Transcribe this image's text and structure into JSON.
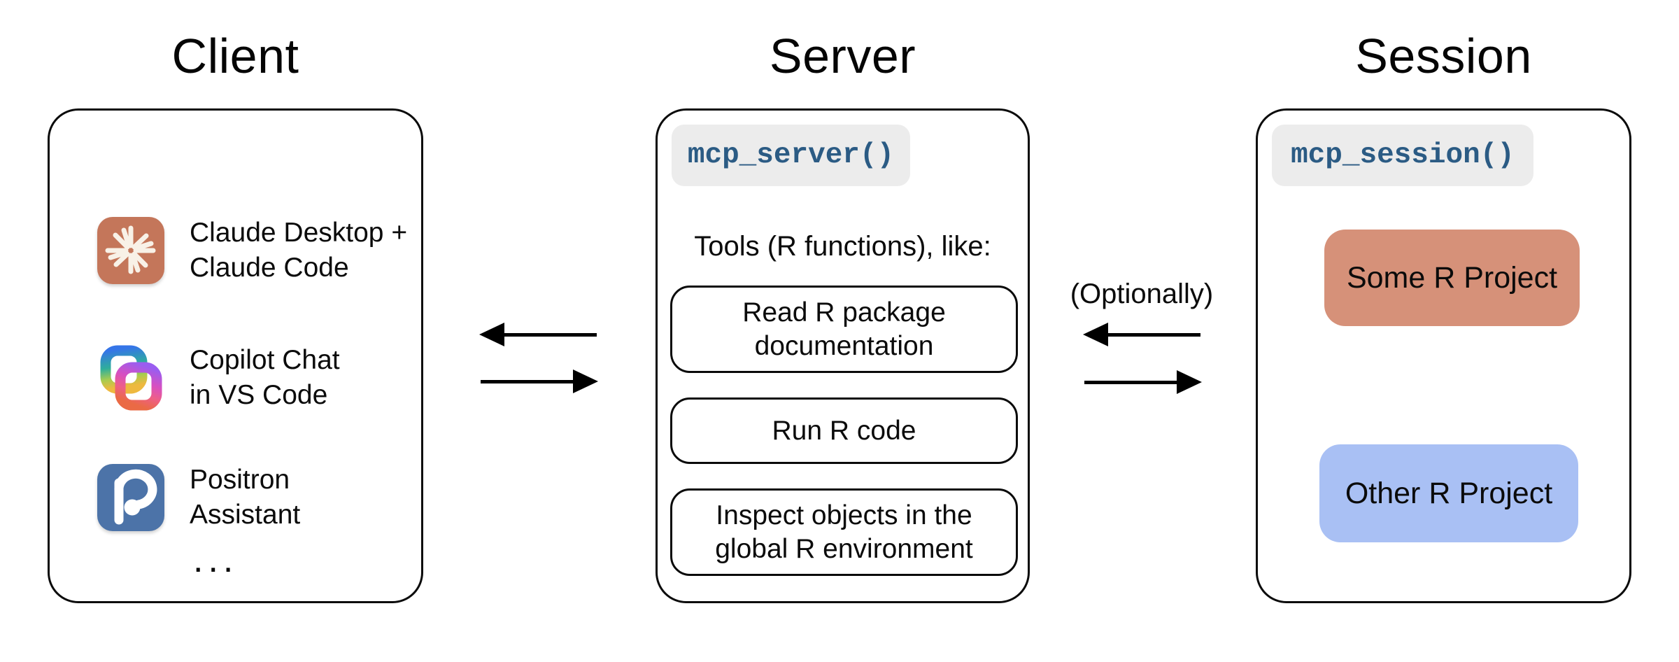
{
  "client": {
    "title": "Client",
    "items": [
      {
        "icon": "claude-icon",
        "line1": "Claude Desktop +",
        "line2": "Claude Code"
      },
      {
        "icon": "copilot-icon",
        "line1": "Copilot Chat",
        "line2": "in VS Code"
      },
      {
        "icon": "positron-icon",
        "line1": "Positron",
        "line2": "Assistant"
      }
    ],
    "ellipsis": "..."
  },
  "server": {
    "title": "Server",
    "badge": "mcp_server()",
    "tools_label": "Tools (R functions), like:",
    "tools": [
      {
        "line1": "Read R package",
        "line2": "documentation"
      },
      {
        "line1": "Run R code",
        "line2": ""
      },
      {
        "line1": "Inspect objects in the",
        "line2": "global R environment"
      }
    ]
  },
  "session": {
    "title": "Session",
    "badge": "mcp_session()",
    "projects": [
      {
        "label": "Some R Project",
        "color": "#d69179"
      },
      {
        "label": "Other R Project",
        "color": "#a9c0f4"
      }
    ]
  },
  "arrows": {
    "optionally_label": "(Optionally)"
  },
  "colors": {
    "claude_icon_bg": "#c4765a",
    "claude_star": "#f8f1e7",
    "positron_icon_bg": "#4c73a8",
    "badge_bg": "#ececec",
    "badge_text": "#2b5b84",
    "outline": "#0a0a0a",
    "arrow": "#000000",
    "some_project_bg": "#d69179",
    "other_project_bg": "#a9c0f4"
  }
}
